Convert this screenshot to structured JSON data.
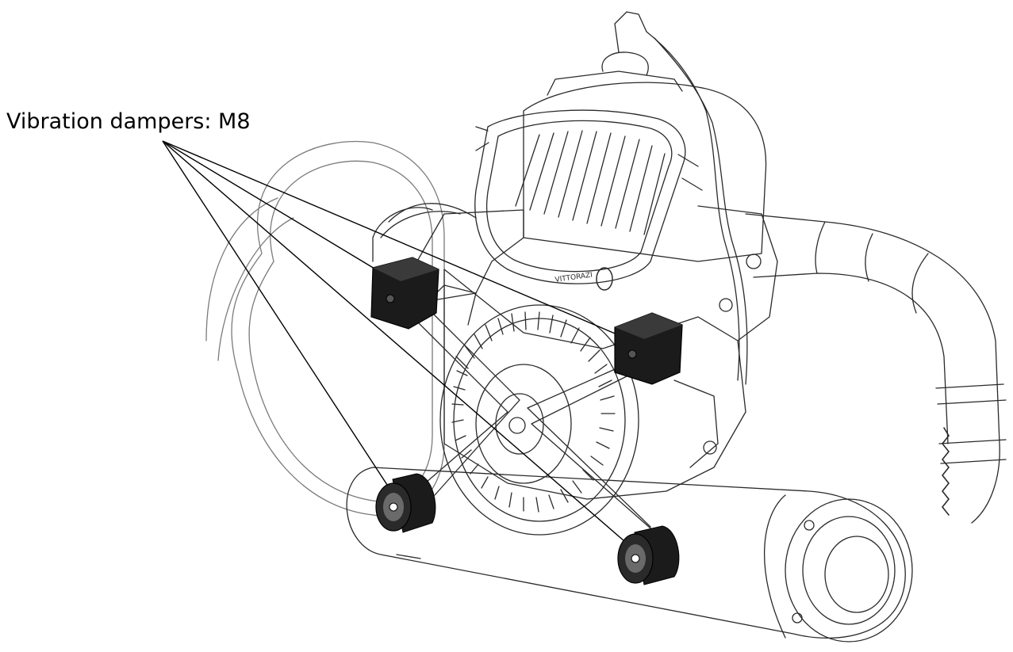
{
  "callout": {
    "label": "Vibration dampers: M8"
  },
  "engine": {
    "logo_text": "VITTORAZI"
  },
  "colors": {
    "line": "#2a2a2a",
    "faint_line": "#8a8a8a",
    "damper_fill": "#1b1b1b",
    "damper_face": "#3a3a3a",
    "background": "#ffffff"
  },
  "dampers": [
    {
      "name": "damper-top-left",
      "shape": "cube"
    },
    {
      "name": "damper-top-right",
      "shape": "cube"
    },
    {
      "name": "damper-bottom-left",
      "shape": "cylinder"
    },
    {
      "name": "damper-bottom-right",
      "shape": "cylinder"
    }
  ]
}
